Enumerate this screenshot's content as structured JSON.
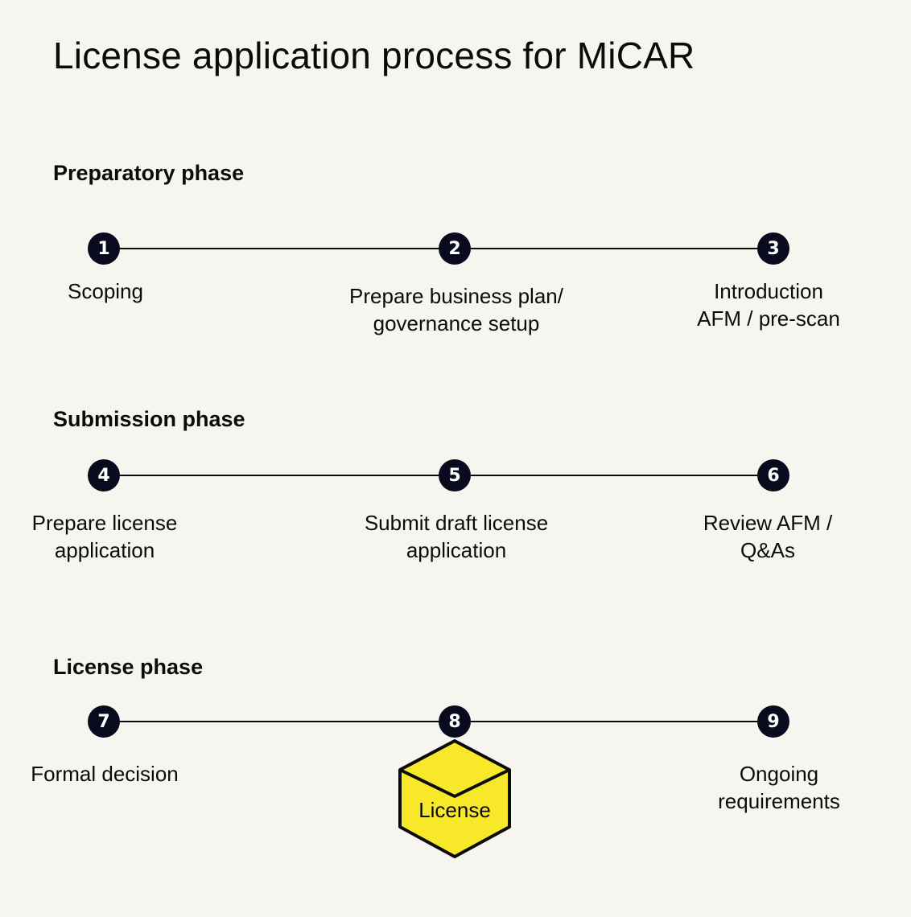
{
  "title": "License application process for MiCAR",
  "colors": {
    "background": "#f7f5f0",
    "node_fill": "#0a0a1e",
    "node_text": "#ffffff",
    "line": "#0b0b0b",
    "license_fill": "#f8e82a",
    "license_stroke": "#0b0b0b"
  },
  "phases": [
    {
      "title": "Preparatory phase",
      "steps": [
        {
          "number": "1",
          "label_lines": [
            "Scoping"
          ]
        },
        {
          "number": "2",
          "label_lines": [
            "Prepare business plan/",
            "governance setup"
          ]
        },
        {
          "number": "3",
          "label_lines": [
            "Introduction",
            "AFM / pre-scan"
          ]
        }
      ]
    },
    {
      "title": "Submission phase",
      "steps": [
        {
          "number": "4",
          "label_lines": [
            "Prepare license",
            "application"
          ]
        },
        {
          "number": "5",
          "label_lines": [
            "Submit draft license",
            "application"
          ]
        },
        {
          "number": "6",
          "label_lines": [
            "Review AFM /",
            "Q&As"
          ]
        }
      ]
    },
    {
      "title": "License phase",
      "steps": [
        {
          "number": "7",
          "label_lines": [
            "Formal decision"
          ]
        },
        {
          "number": "8",
          "label_lines": []
        },
        {
          "number": "9",
          "label_lines": [
            "Ongoing",
            "requirements"
          ]
        }
      ]
    }
  ],
  "license_badge": {
    "label": "License",
    "icon": "cube-icon"
  }
}
